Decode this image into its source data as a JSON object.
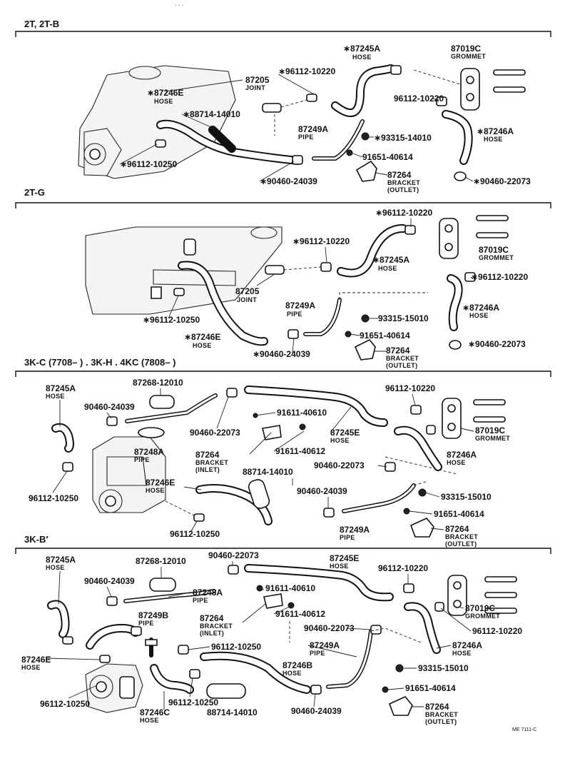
{
  "sections": {
    "s1": "2T, 2T-B",
    "s2": "2T-G",
    "s3": "3K-C (7708–          ) . 3K-H . 4KC (7808–          )",
    "s4": "3K-B′"
  },
  "sub": {
    "hose": "HOSE",
    "joint": "JOINT",
    "pipe": "PIPE",
    "bracket": "BRACKET",
    "outlet": "(OUTLET)",
    "inlet": "(INLET)",
    "grommet": "GROMMET"
  },
  "labels": {
    "s1": {
      "a": "∗87245A",
      "b": "87019C",
      "c": "∗96112-10220",
      "d": "87205",
      "e": "∗87246E",
      "f": "96112-10220",
      "g": "∗88714-14010",
      "h": "87249A",
      "i": "∗93315-14010",
      "j": "∗87246A",
      "k": "91651-40614",
      "l": "∗96112-10250",
      "m": "87264",
      "n": "∗90460-24039",
      "o": "∗90460-22073"
    },
    "s2": {
      "a": "∗96112-10220",
      "b": "∗96112-10220",
      "c": "87019C",
      "d": "∗87245A",
      "e": "∗96112-10220",
      "f": "87205",
      "g": "87249A",
      "h": "∗87246A",
      "i": "∗96112-10250",
      "j": "93315-15010",
      "k": "∗87246E",
      "l": "91651-40614",
      "m": "∗90460-24039",
      "n": "87264",
      "o": "∗90460-22073"
    },
    "s3": {
      "a": "87245A",
      "b": "87268-12010",
      "c": "96112-10220",
      "d": "90460-24039",
      "e": "91611-40610",
      "f": "90460-22073",
      "g": "87245E",
      "h": "87019C",
      "i": "87248A",
      "j": "87264",
      "k": "91611-40612",
      "l": "87246A",
      "m": "88714-14010",
      "n": "90460-22073",
      "o": "96112-10250",
      "p": "87246E",
      "q": "90460-24039",
      "r": "93315-15010",
      "s": "91651-40614",
      "t": "96112-10250",
      "u": "87249A",
      "v": "87264"
    },
    "s4": {
      "a": "87245A",
      "b": "87268-12010",
      "c": "90460-22073",
      "d": "87245E",
      "e": "96112-10220",
      "f": "90460-24039",
      "g": "91611-40610",
      "h": "87248A",
      "i": "87019C",
      "j": "87249B",
      "k": "87264",
      "l": "91611-40612",
      "m": "96112-10220",
      "n": "87246E",
      "o": "90460-22073",
      "p": "96112-10250",
      "q": "87249A",
      "r": "87246A",
      "s": "87246B",
      "t": "93315-15010",
      "u": "96112-10250",
      "v": "96112-10250",
      "w": "91651-40614",
      "x": "87246C",
      "y": "88714-14010",
      "z": "90460-24039",
      "aa": "87264"
    }
  },
  "footer": {
    "code": "ME 7111-C"
  }
}
